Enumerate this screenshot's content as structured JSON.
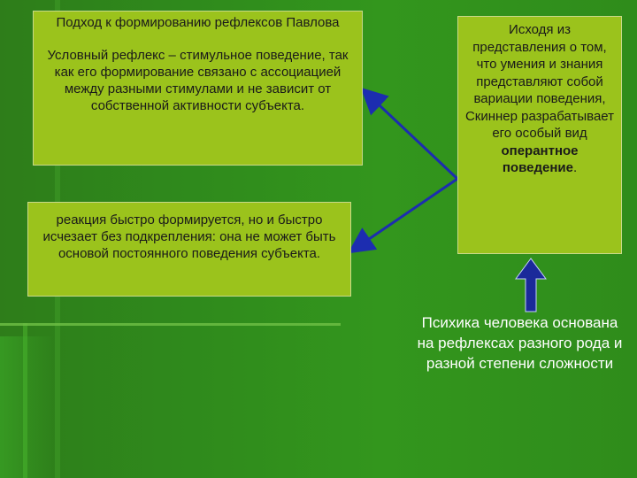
{
  "colors": {
    "background": "#2f8a1c",
    "box_fill": "#9bc31c",
    "connector": "#1c2db0",
    "arrow_up": "#1a2a9a",
    "caption_text": "#ffffff"
  },
  "pavlov_box": {
    "title": "Подход к формированию рефлексов Павлова",
    "body": "Условный рефлекс – стимульное поведение, так как его формирование связано с ассоциацией между разными стимулами и не зависит от собственной активности субъекта."
  },
  "reaction_box": {
    "text": "реакция быстро формируется, но и быстро исчезает без подкрепления: она не может быть основой постоянного поведения субъекта."
  },
  "skinner_box": {
    "text_before": "Исходя из представления о том, что умения и знания представляют собой вариации поведения, Скиннер разрабатывает его особый вид ",
    "bold": "оперантное поведение",
    "text_after": "."
  },
  "caption": {
    "text": "Психика человека основана на рефлексах разного рода и разной степени сложности"
  },
  "icons": {
    "up_arrow": "up-arrow-icon"
  }
}
